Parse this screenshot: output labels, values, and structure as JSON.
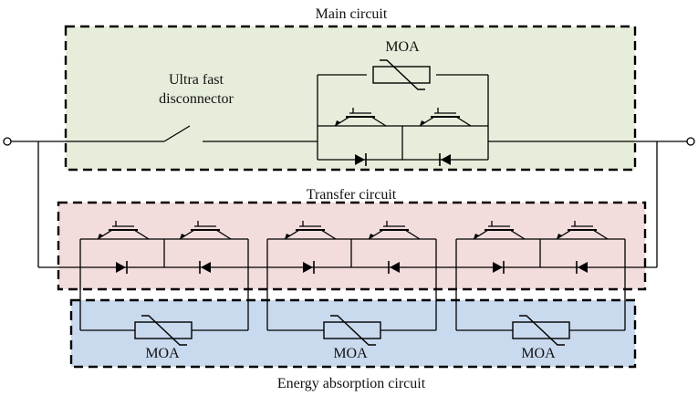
{
  "labels": {
    "main_circuit": "Main circuit",
    "transfer_circuit": "Transfer circuit",
    "energy_absorption_circuit": "Energy absorption circuit",
    "ufd_line1": "Ultra fast",
    "ufd_line2": "disconnector",
    "moa_main": "MOA",
    "moa_1": "MOA",
    "moa_2": "MOA",
    "moa_3": "MOA"
  },
  "colors": {
    "main_fill": "#e6eedb",
    "transfer_fill": "#f3dcdc",
    "energy_fill": "#c9d9ee",
    "wire": "#000000"
  }
}
